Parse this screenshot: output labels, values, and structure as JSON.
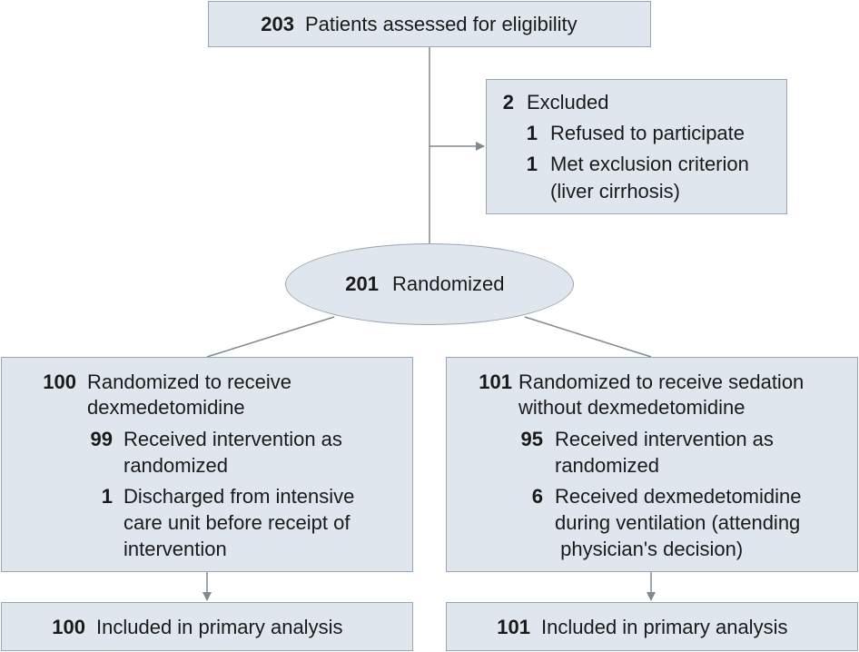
{
  "assessed": {
    "num": "203",
    "text": "Patients assessed for eligibility"
  },
  "excluded": {
    "num": "2",
    "text": "Excluded",
    "items": [
      {
        "num": "1",
        "lines": [
          "Refused to participate"
        ]
      },
      {
        "num": "1",
        "lines": [
          "Met exclusion criterion",
          "(liver cirrhosis)"
        ]
      }
    ]
  },
  "randomized": {
    "num": "201",
    "text": "Randomized"
  },
  "left_arm": {
    "num": "100",
    "lines": [
      "Randomized to receive",
      "dexmedetomidine"
    ],
    "items": [
      {
        "num": "99",
        "lines": [
          "Received intervention as",
          "randomized"
        ]
      },
      {
        "num": "1",
        "lines": [
          "Discharged from intensive",
          "care unit before receipt of",
          "intervention"
        ]
      }
    ]
  },
  "right_arm": {
    "num": "101",
    "lines": [
      "Randomized to receive sedation",
      "without dexmedetomidine"
    ],
    "items": [
      {
        "num": "95",
        "lines": [
          "Received intervention as",
          "randomized"
        ]
      },
      {
        "num": "6",
        "lines": [
          "Received dexmedetomidine",
          "during ventilation (attending",
          " physician's decision)"
        ]
      }
    ]
  },
  "left_analysis": {
    "num": "100",
    "text": "Included in primary analysis"
  },
  "right_analysis": {
    "num": "101",
    "text": "Included in primary analysis"
  }
}
